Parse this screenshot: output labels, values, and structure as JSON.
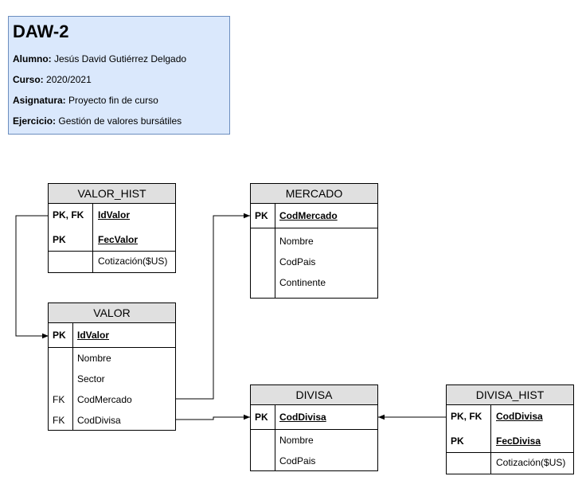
{
  "info": {
    "title": "DAW-2",
    "rows": [
      {
        "label": "Alumno:",
        "value": "Jesús David Gutiérrez Delgado"
      },
      {
        "label": "Curso:",
        "value": "2020/2021"
      },
      {
        "label": "Asignatura:",
        "value": "Proyecto fin de curso"
      },
      {
        "label": "Ejercicio:",
        "value": "Gestión de valores bursátiles"
      }
    ]
  },
  "entities": {
    "valor_hist": {
      "name": "VALOR_HIST",
      "pk": [
        {
          "key": "PK, FK",
          "field": "IdValor"
        },
        {
          "key": "PK",
          "field": "FecValor"
        }
      ],
      "attrs": [
        {
          "key": "",
          "field": "Cotización($US)"
        }
      ]
    },
    "mercado": {
      "name": "MERCADO",
      "pk": [
        {
          "key": "PK",
          "field": "CodMercado"
        }
      ],
      "attrs": [
        {
          "key": "",
          "field": "Nombre"
        },
        {
          "key": "",
          "field": "CodPais"
        },
        {
          "key": "",
          "field": "Continente"
        }
      ]
    },
    "valor": {
      "name": "VALOR",
      "pk": [
        {
          "key": "PK",
          "field": "IdValor"
        }
      ],
      "attrs": [
        {
          "key": "",
          "field": "Nombre"
        },
        {
          "key": "",
          "field": "Sector"
        },
        {
          "key": "FK",
          "field": "CodMercado"
        },
        {
          "key": "FK",
          "field": "CodDivisa"
        }
      ]
    },
    "divisa": {
      "name": "DIVISA",
      "pk": [
        {
          "key": "PK",
          "field": "CodDivisa"
        }
      ],
      "attrs": [
        {
          "key": "",
          "field": "Nombre"
        },
        {
          "key": "",
          "field": "CodPais"
        }
      ]
    },
    "divisa_hist": {
      "name": "DIVISA_HIST",
      "pk": [
        {
          "key": "PK, FK",
          "field": "CodDivisa"
        },
        {
          "key": "PK",
          "field": "FecDivisa"
        }
      ],
      "attrs": [
        {
          "key": "",
          "field": "Cotización($US)"
        }
      ]
    }
  }
}
